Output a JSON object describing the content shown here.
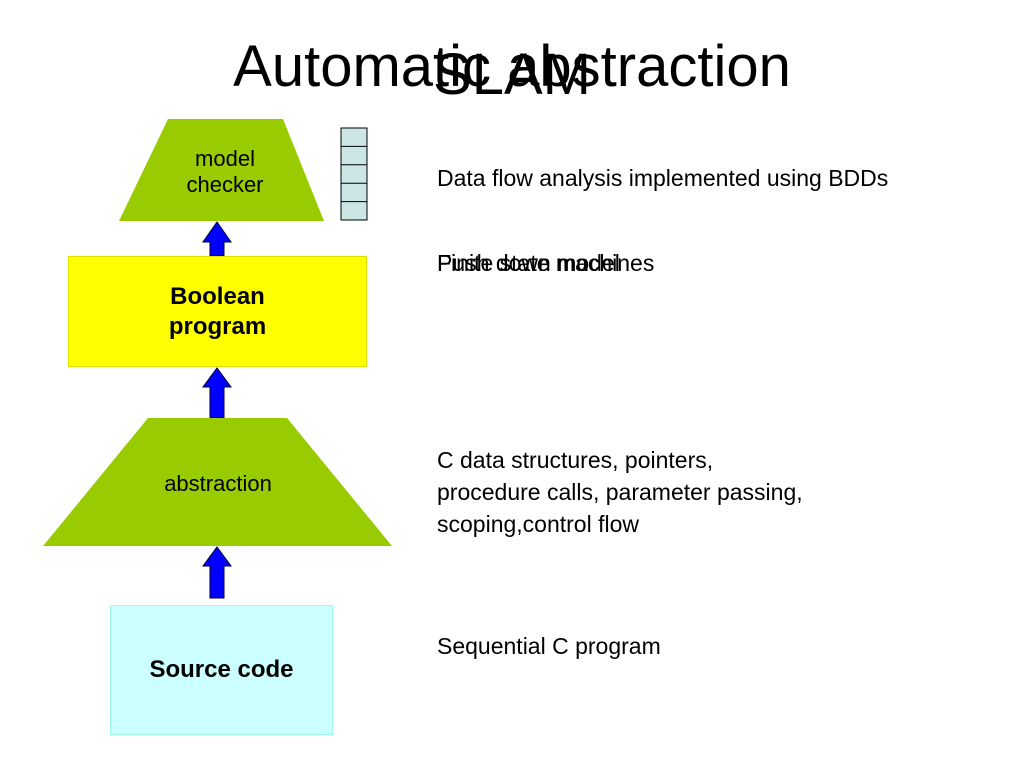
{
  "titles": {
    "primary": "Automatic abstraction",
    "overlay": "SLAM"
  },
  "diagram": {
    "model_checker": {
      "line1": "model",
      "line2": "checker"
    },
    "boolean_program": {
      "line1": "Boolean",
      "line2": "program"
    },
    "abstraction": {
      "label": "abstraction"
    },
    "source_code": {
      "label": "Source code"
    },
    "colors": {
      "trapezoid_fill": "#99cc00",
      "boolean_fill": "#ffff00",
      "source_fill": "#ccffff",
      "arrow_fill": "#0000ff",
      "stack_fill": "#cce6e6"
    }
  },
  "notes": {
    "model_checker_note": "Data flow analysis implemented using BDDs",
    "boolean_note_a": "Finite state machines",
    "boolean_note_b": "Push down model",
    "abstraction_note": {
      "line1": "C data structures, pointers,",
      "line2": "procedure calls, parameter passing,",
      "line3": "scoping,control flow"
    },
    "source_note": "Sequential C program"
  }
}
